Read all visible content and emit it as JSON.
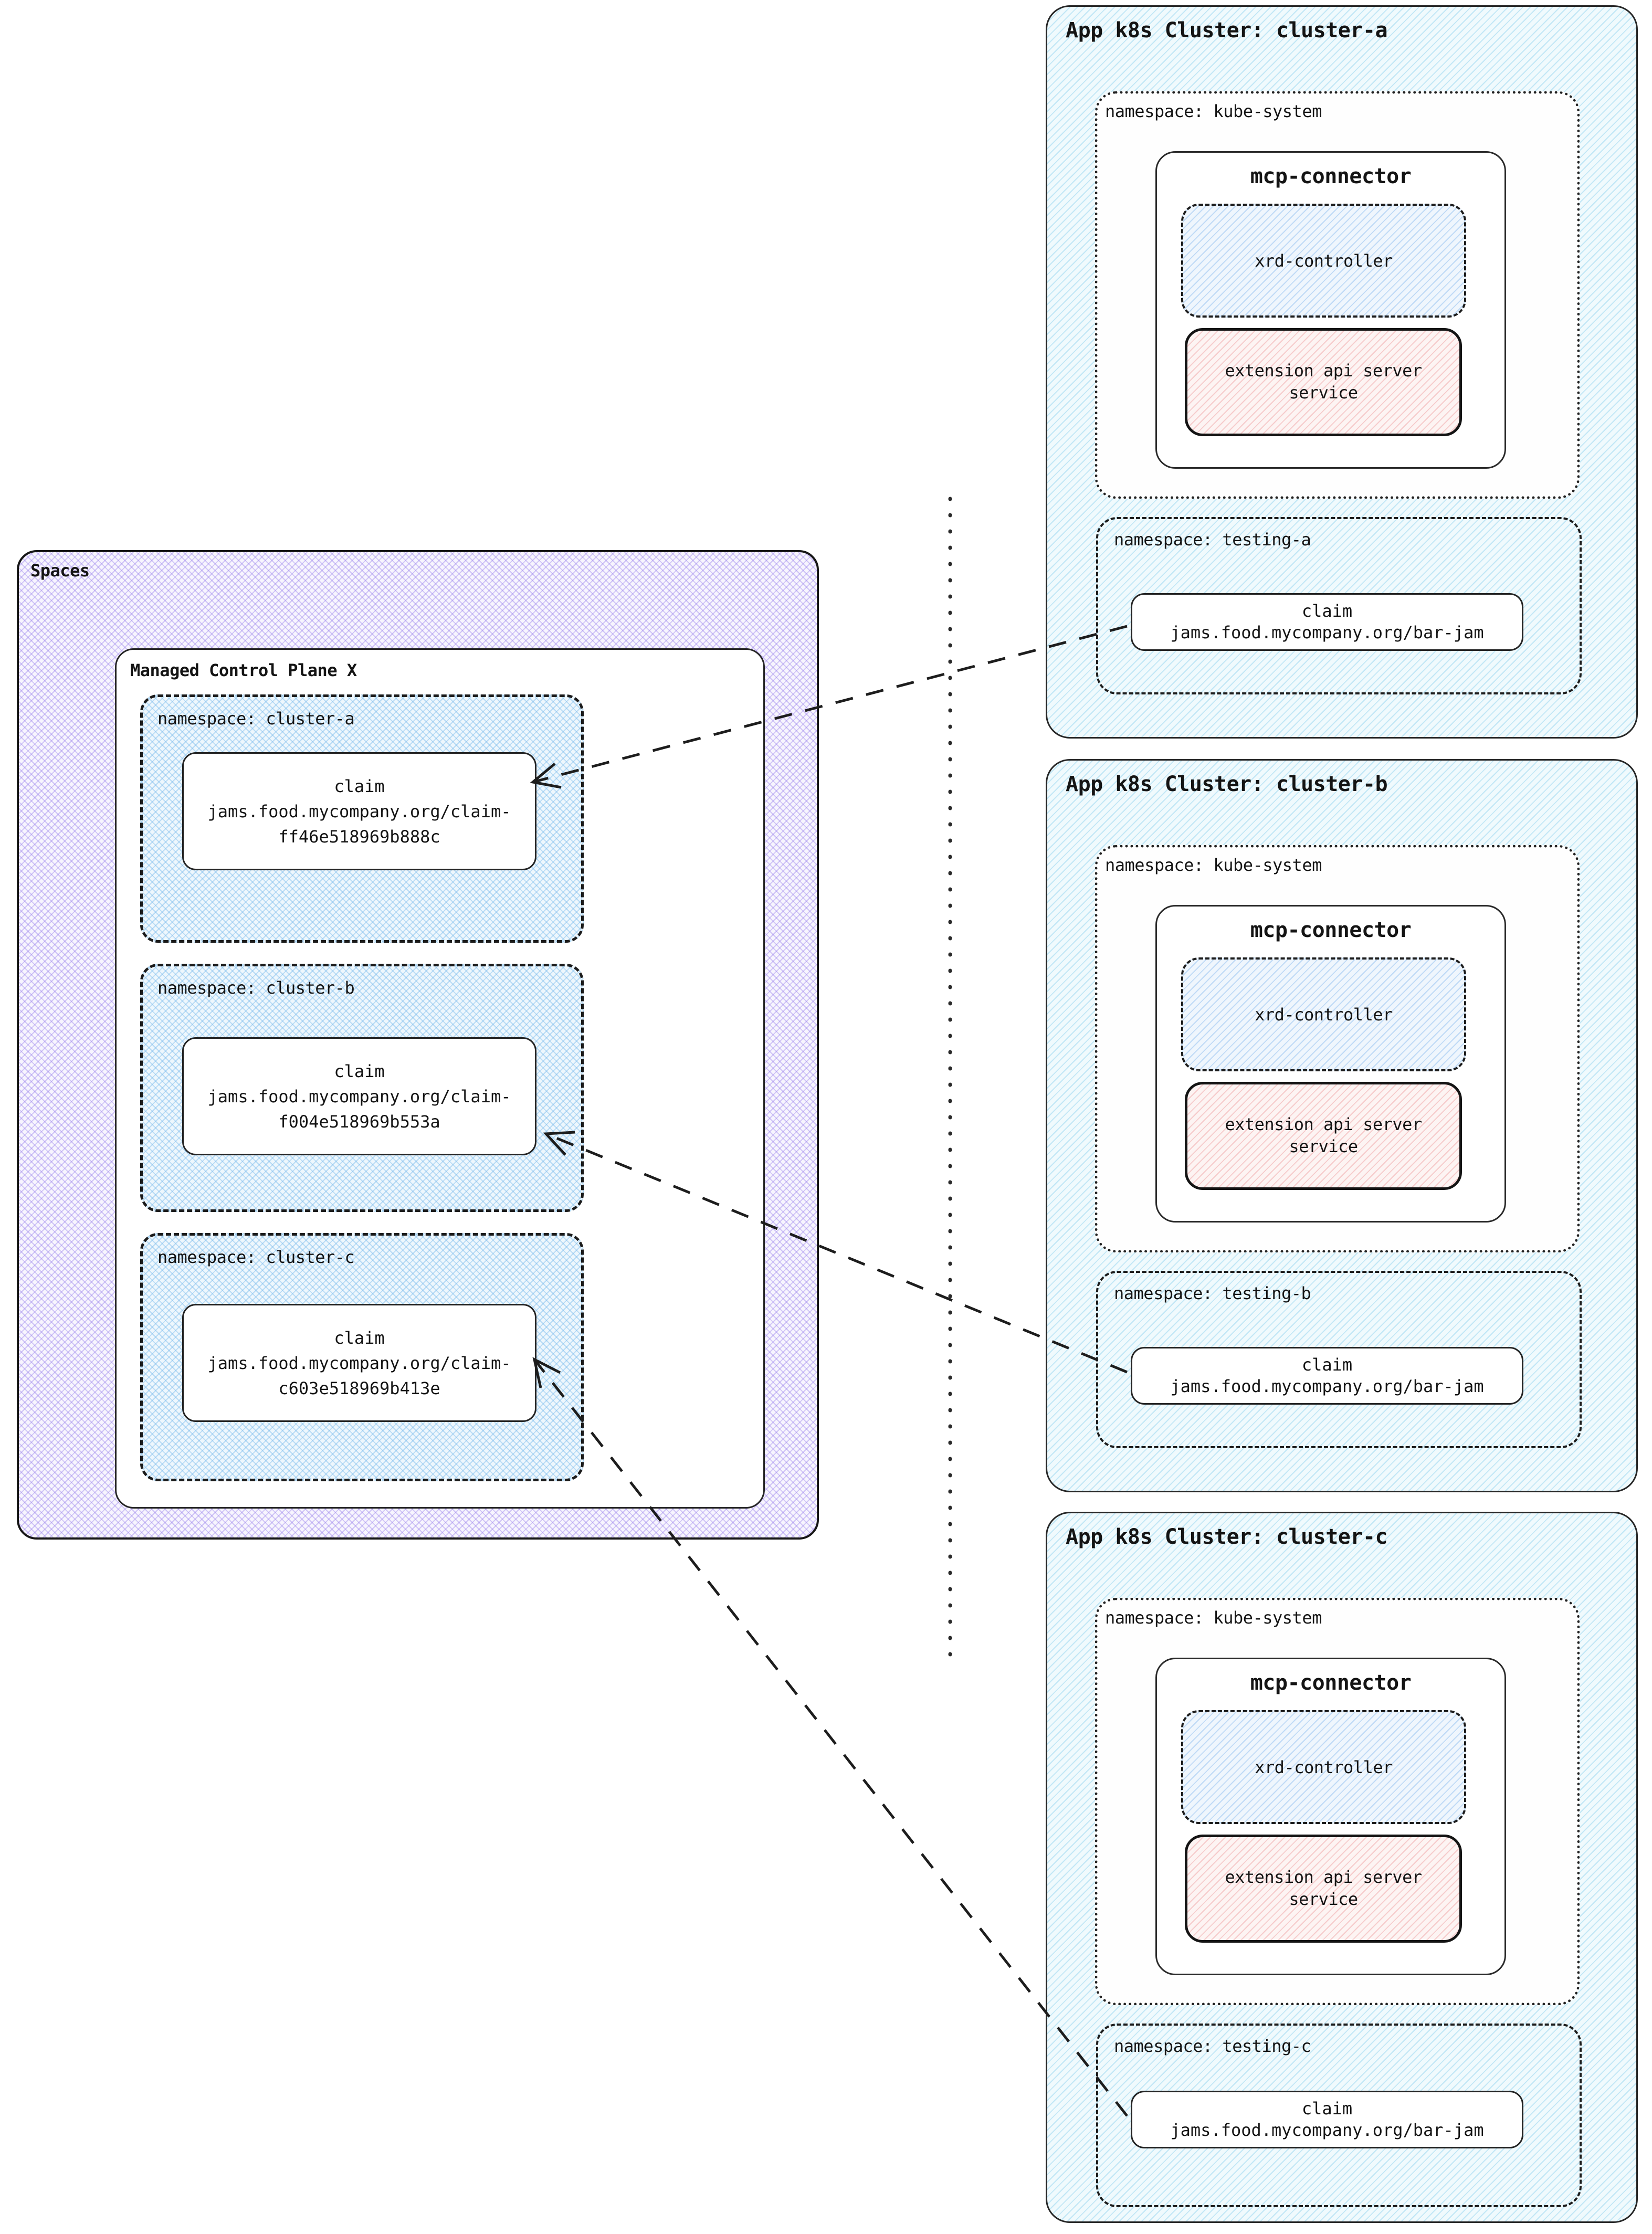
{
  "colors": {
    "spaces_hatch": "#967dEB",
    "left_namespace_hatch": "#78b9eb",
    "cluster_hatch": "#82cdeb",
    "xrd_hatch": "#7db4eb",
    "extension_hatch": "#eb9191",
    "line_color": "#1d1d1d"
  },
  "spaces": {
    "label": "Spaces",
    "managed_control_plane": {
      "label": "Managed Control Plane X",
      "namespaces": [
        {
          "label": "namespace: cluster-a",
          "claim": {
            "title": "claim",
            "name_line1": "jams.food.mycompany.org/claim-",
            "name_line2": "ff46e518969b888c"
          }
        },
        {
          "label": "namespace: cluster-b",
          "claim": {
            "title": "claim",
            "name_line1": "jams.food.mycompany.org/claim-",
            "name_line2": "f004e518969b553a"
          }
        },
        {
          "label": "namespace: cluster-c",
          "claim": {
            "title": "claim",
            "name_line1": "jams.food.mycompany.org/claim-",
            "name_line2": "c603e518969b413e"
          }
        }
      ]
    }
  },
  "clusters": [
    {
      "title": "App k8s Cluster: cluster-a",
      "kube_system": {
        "label": "namespace: kube-system",
        "mcp_connector": {
          "label": "mcp-connector",
          "xrd_controller_label": "xrd-controller",
          "extension_line1": "extension api server",
          "extension_line2": "service"
        }
      },
      "testing": {
        "label": "namespace: testing-a",
        "claim": {
          "title": "claim",
          "name": "jams.food.mycompany.org/bar-jam"
        }
      }
    },
    {
      "title": "App k8s Cluster: cluster-b",
      "kube_system": {
        "label": "namespace: kube-system",
        "mcp_connector": {
          "label": "mcp-connector",
          "xrd_controller_label": "xrd-controller",
          "extension_line1": "extension api server",
          "extension_line2": "service"
        }
      },
      "testing": {
        "label": "namespace: testing-b",
        "claim": {
          "title": "claim",
          "name": "jams.food.mycompany.org/bar-jam"
        }
      }
    },
    {
      "title": "App k8s Cluster: cluster-c",
      "kube_system": {
        "label": "namespace: kube-system",
        "mcp_connector": {
          "label": "mcp-connector",
          "xrd_controller_label": "xrd-controller",
          "extension_line1": "extension api server",
          "extension_line2": "service"
        }
      },
      "testing": {
        "label": "namespace: testing-c",
        "claim": {
          "title": "claim",
          "name": "jams.food.mycompany.org/bar-jam"
        }
      }
    }
  ],
  "connections": [
    {
      "from": "cluster-a testing-a claim jams.food.mycompany.org/bar-jam",
      "to": "Managed Control Plane X namespace cluster-a claim"
    },
    {
      "from": "cluster-b testing-b claim jams.food.mycompany.org/bar-jam",
      "to": "Managed Control Plane X namespace cluster-b claim"
    },
    {
      "from": "cluster-c testing-c claim jams.food.mycompany.org/bar-jam",
      "to": "Managed Control Plane X namespace cluster-c claim"
    }
  ]
}
